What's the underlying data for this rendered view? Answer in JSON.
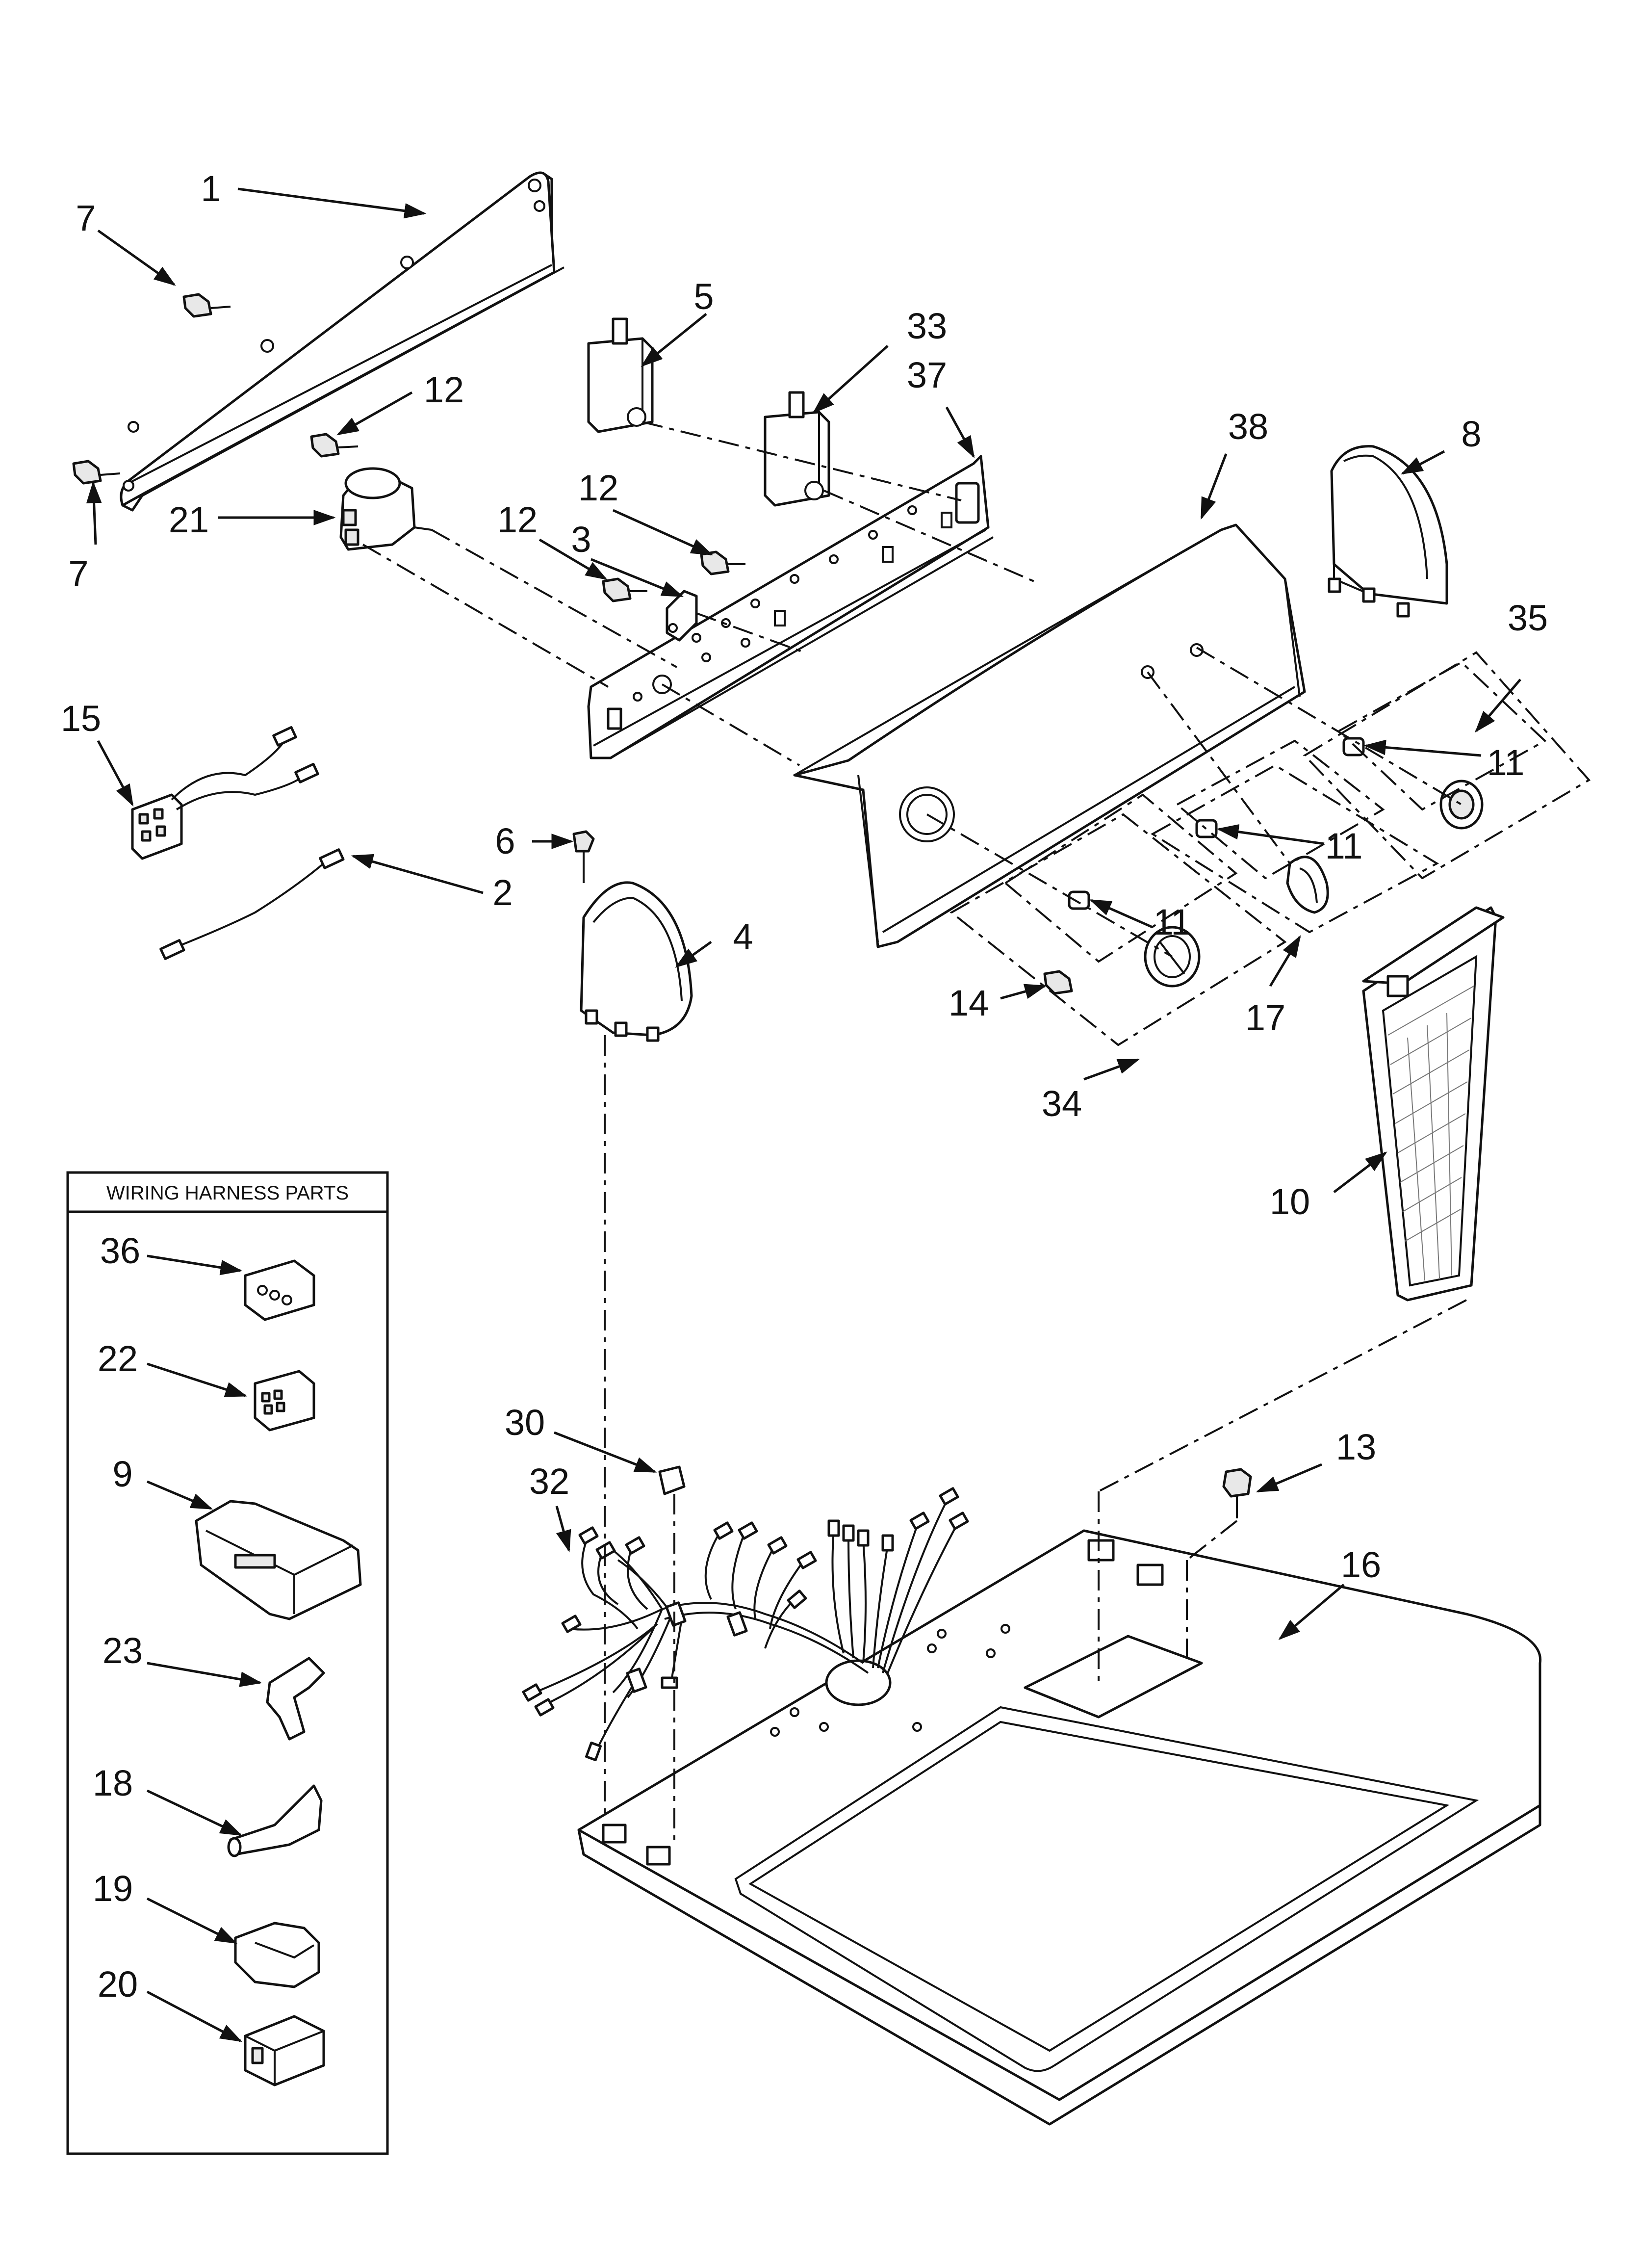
{
  "box": {
    "title": "WIRING HARNESS PARTS"
  },
  "callouts": {
    "c1": "1",
    "c7a": "7",
    "c7b": "7",
    "c12a": "12",
    "c21": "21",
    "c5": "5",
    "c33": "33",
    "c37": "37",
    "c38": "38",
    "c8": "8",
    "c12b": "12",
    "c12c": "12",
    "c3": "3",
    "c15": "15",
    "c2": "2",
    "c6": "6",
    "c4": "4",
    "c35": "35",
    "c11a": "11",
    "c11b": "11",
    "c11c": "11",
    "c14": "14",
    "c34": "34",
    "c17": "17",
    "c10": "10",
    "c36": "36",
    "c22": "22",
    "c9": "9",
    "c23": "23",
    "c18": "18",
    "c19": "19",
    "c20": "20",
    "c30": "30",
    "c32": "32",
    "c13": "13",
    "c16": "16"
  }
}
